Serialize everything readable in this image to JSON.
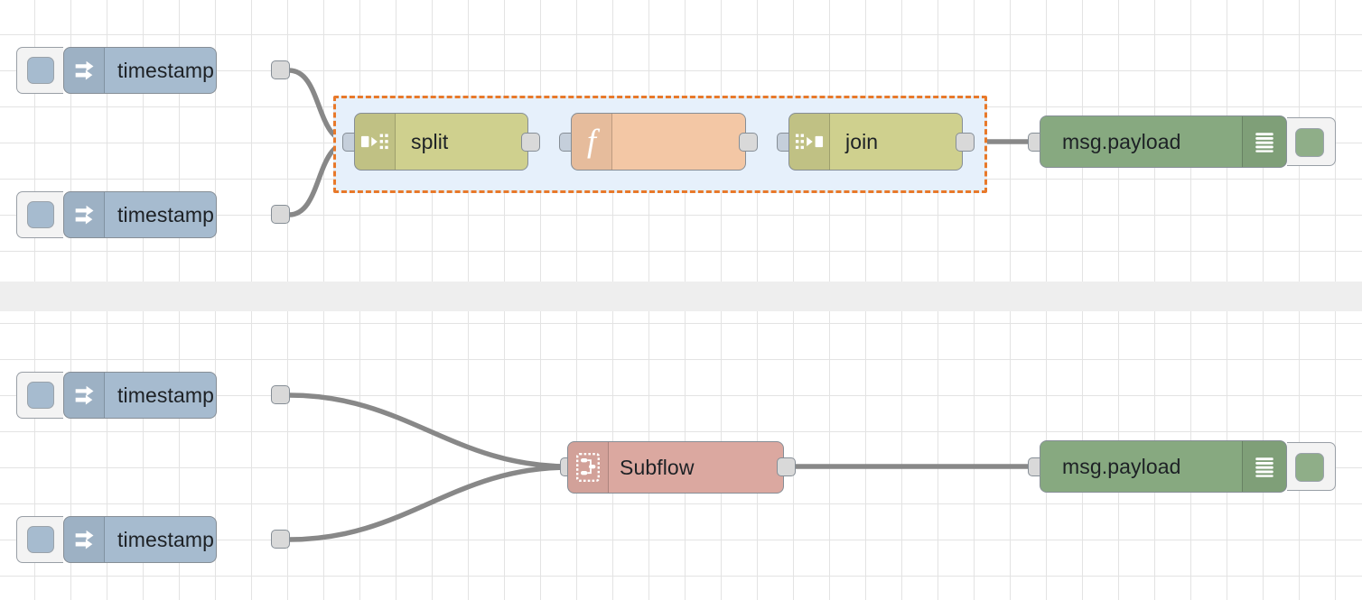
{
  "editor": {
    "name": "node-red-flow-editor",
    "background": "#ffffff",
    "grid_color": "#e3e3e3",
    "grid_size": 40,
    "wire_color": "#888888",
    "separator_color": "#eeeeee"
  },
  "group": {
    "border_color": "#e8792a",
    "fill_color": "#e6f0fb",
    "style": "dashed"
  },
  "flows": [
    {
      "id": "flow-top",
      "nodes": [
        {
          "id": "inject-1",
          "type": "inject",
          "label": "timestamp",
          "color": "#a6bbcf",
          "icon": "arrow-right-icon"
        },
        {
          "id": "inject-2",
          "type": "inject",
          "label": "timestamp",
          "color": "#a6bbcf",
          "icon": "arrow-right-icon"
        },
        {
          "id": "split-1",
          "type": "split",
          "label": "split",
          "color": "#cfd08e",
          "icon": "split-icon"
        },
        {
          "id": "function-1",
          "type": "function",
          "label": "",
          "color": "#f3c7a5",
          "icon": "function-f-icon"
        },
        {
          "id": "join-1",
          "type": "join",
          "label": "join",
          "color": "#cfd08e",
          "icon": "join-icon"
        },
        {
          "id": "debug-1",
          "type": "debug",
          "label": "msg.payload",
          "color": "#87a980",
          "icon": "debug-lines-icon"
        }
      ]
    },
    {
      "id": "flow-bottom",
      "nodes": [
        {
          "id": "inject-3",
          "type": "inject",
          "label": "timestamp",
          "color": "#a6bbcf",
          "icon": "arrow-right-icon"
        },
        {
          "id": "inject-4",
          "type": "inject",
          "label": "timestamp",
          "color": "#a6bbcf",
          "icon": "arrow-right-icon"
        },
        {
          "id": "subflow-1",
          "type": "subflow",
          "label": "Subflow",
          "color": "#dba8a0",
          "icon": "subflow-icon"
        },
        {
          "id": "debug-2",
          "type": "debug",
          "label": "msg.payload",
          "color": "#87a980",
          "icon": "debug-lines-icon"
        }
      ]
    }
  ],
  "labels": {
    "inject_1": "timestamp",
    "inject_2": "timestamp",
    "inject_3": "timestamp",
    "inject_4": "timestamp",
    "split": "split",
    "function": "",
    "join": "join",
    "subflow": "Subflow",
    "debug_1": "msg.payload",
    "debug_2": "msg.payload"
  }
}
